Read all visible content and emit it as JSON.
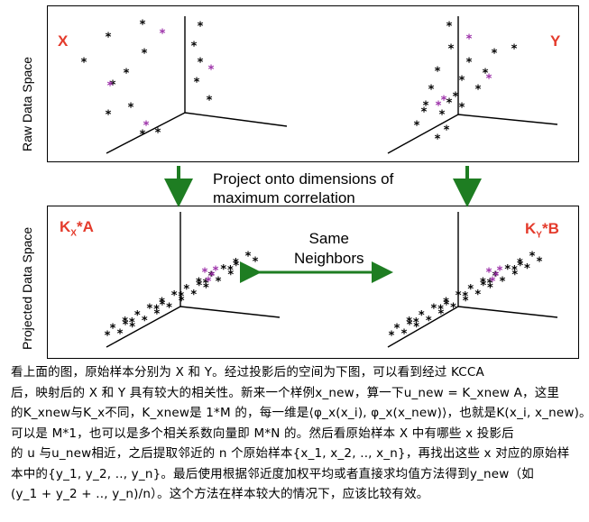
{
  "labels": {
    "raw_space": "Raw Data Space",
    "projected_space": "Projected Data Space",
    "x_tag": "X",
    "y_tag": "Y",
    "kx_base": "K",
    "kx_sub": "X",
    "kx_rest": "*A",
    "ky_base": "K",
    "ky_sub": "Y",
    "ky_rest": "*B",
    "project_line1": "Project onto dimensions of",
    "project_line2": "maximum correlation",
    "same_line1": "Same",
    "same_line2": "Neighbors"
  },
  "colors": {
    "tag_red": "#e43b2c",
    "arrow_green": "#1e7d22",
    "highlight_purple": "#9b2fa8"
  },
  "paragraph": [
    "看上面的图，原始样本分别为 X 和 Y。经过投影后的空间为下图，可以看到经过 KCCA",
    "后，映射后的 X 和 Y 具有较大的相关性。新来一个样例x_new，算一下u_new = K_xnew A，这里",
    "的K_xnew与K_x不同，K_xnew是 1*M 的，每一维是⟨φ_x(x_i), φ_x(x_new)⟩，也就是K(x_i, x_new)。A",
    "可以是 M*1，也可以是多个相关系数向量即 M*N 的。然后看原始样本 X 中有哪些 x 投影后",
    "的 u 与u_new相近，之后提取邻近的 n 个原始样本{x_1, x_2, .., x_n}，再找出这些 x 对应的原始样",
    "本中的{y_1, y_2, .., y_n}。最后使用根据邻近度加权平均或者直接求均值方法得到y_new（如",
    "(y_1 + y_2 + .., y_n)/n）。这个方法在样本较大的情况下，应该比较有效。"
  ]
}
